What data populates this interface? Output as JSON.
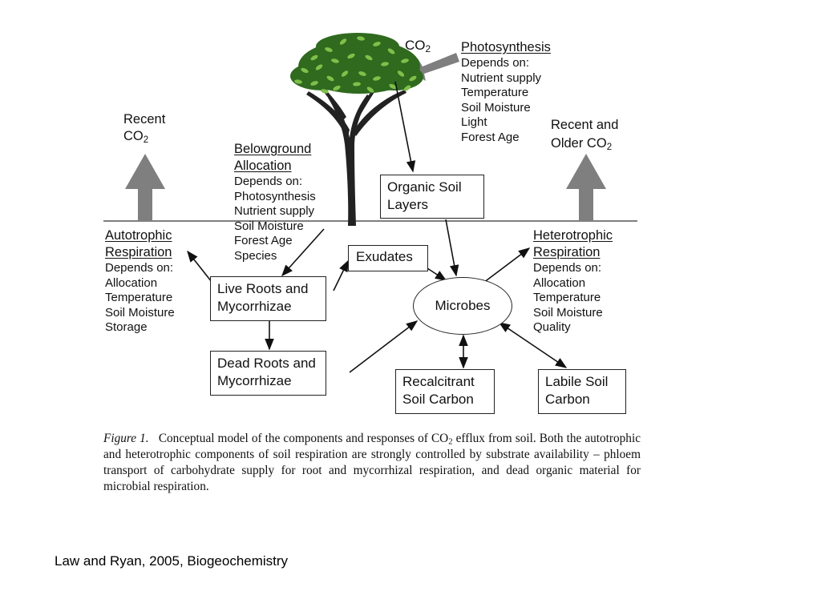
{
  "diagram": {
    "co2_in": {
      "main": "CO",
      "sub": "2"
    },
    "photosynthesis": {
      "title": "Photosynthesis",
      "depends": "Depends on:",
      "items": [
        "Nutrient supply",
        "Temperature",
        "Soil Moisture",
        "Light",
        "Forest Age"
      ]
    },
    "recent_co2": {
      "line1": "Recent",
      "main": "CO",
      "sub": "2"
    },
    "recent_older_co2": {
      "line1": "Recent and",
      "main": "Older CO",
      "sub": "2"
    },
    "belowground": {
      "title_line1": "Belowground",
      "title_line2": "Allocation",
      "depends": "Depends on:",
      "items": [
        "Photosynthesis",
        "Nutrient supply",
        "Soil Moisture",
        "Forest Age",
        "Species"
      ]
    },
    "autotrophic": {
      "title_line1": "Autotrophic",
      "title_line2": "Respiration",
      "depends": "Depends on:",
      "items": [
        "Allocation",
        "Temperature",
        "Soil Moisture",
        "Storage"
      ]
    },
    "heterotrophic": {
      "title_line1": "Heterotrophic",
      "title_line2": "Respiration",
      "depends": "Depends on:",
      "items": [
        "Allocation",
        "Temperature",
        "Soil Moisture",
        "Quality"
      ]
    },
    "organic_soil": {
      "line1": "Organic Soil",
      "line2": "Layers"
    },
    "exudates": "Exudates",
    "live_roots": {
      "line1": "Live Roots and",
      "line2": "Mycorrhizae"
    },
    "dead_roots": {
      "line1": "Dead Roots and",
      "line2": "Mycorrhizae"
    },
    "microbes": "Microbes",
    "recalcitrant": {
      "line1": "Recalcitrant",
      "line2": "Soil Carbon"
    },
    "labile": {
      "line1": "Labile Soil",
      "line2": "Carbon"
    }
  },
  "caption": {
    "figure_label": "Figure 1.",
    "text_before_co2": "Conceptual model of the components and responses of CO",
    "co2_sub": "2",
    "text_after_co2": " efflux from soil. Both the autotrophic and heterotrophic components of soil respiration are strongly controlled by substrate availability – phloem transport of carbohydrate supply for root and mycorrhizal respiration, and dead organic material for microbial respiration."
  },
  "credit": "Law and Ryan, 2005, Biogeochemistry",
  "colors": {
    "big_arrow": "#7f7f7f",
    "canopy": "#2f6a1e",
    "leaf_light": "#7fbf4a",
    "trunk": "#222222",
    "ink": "#111111"
  }
}
